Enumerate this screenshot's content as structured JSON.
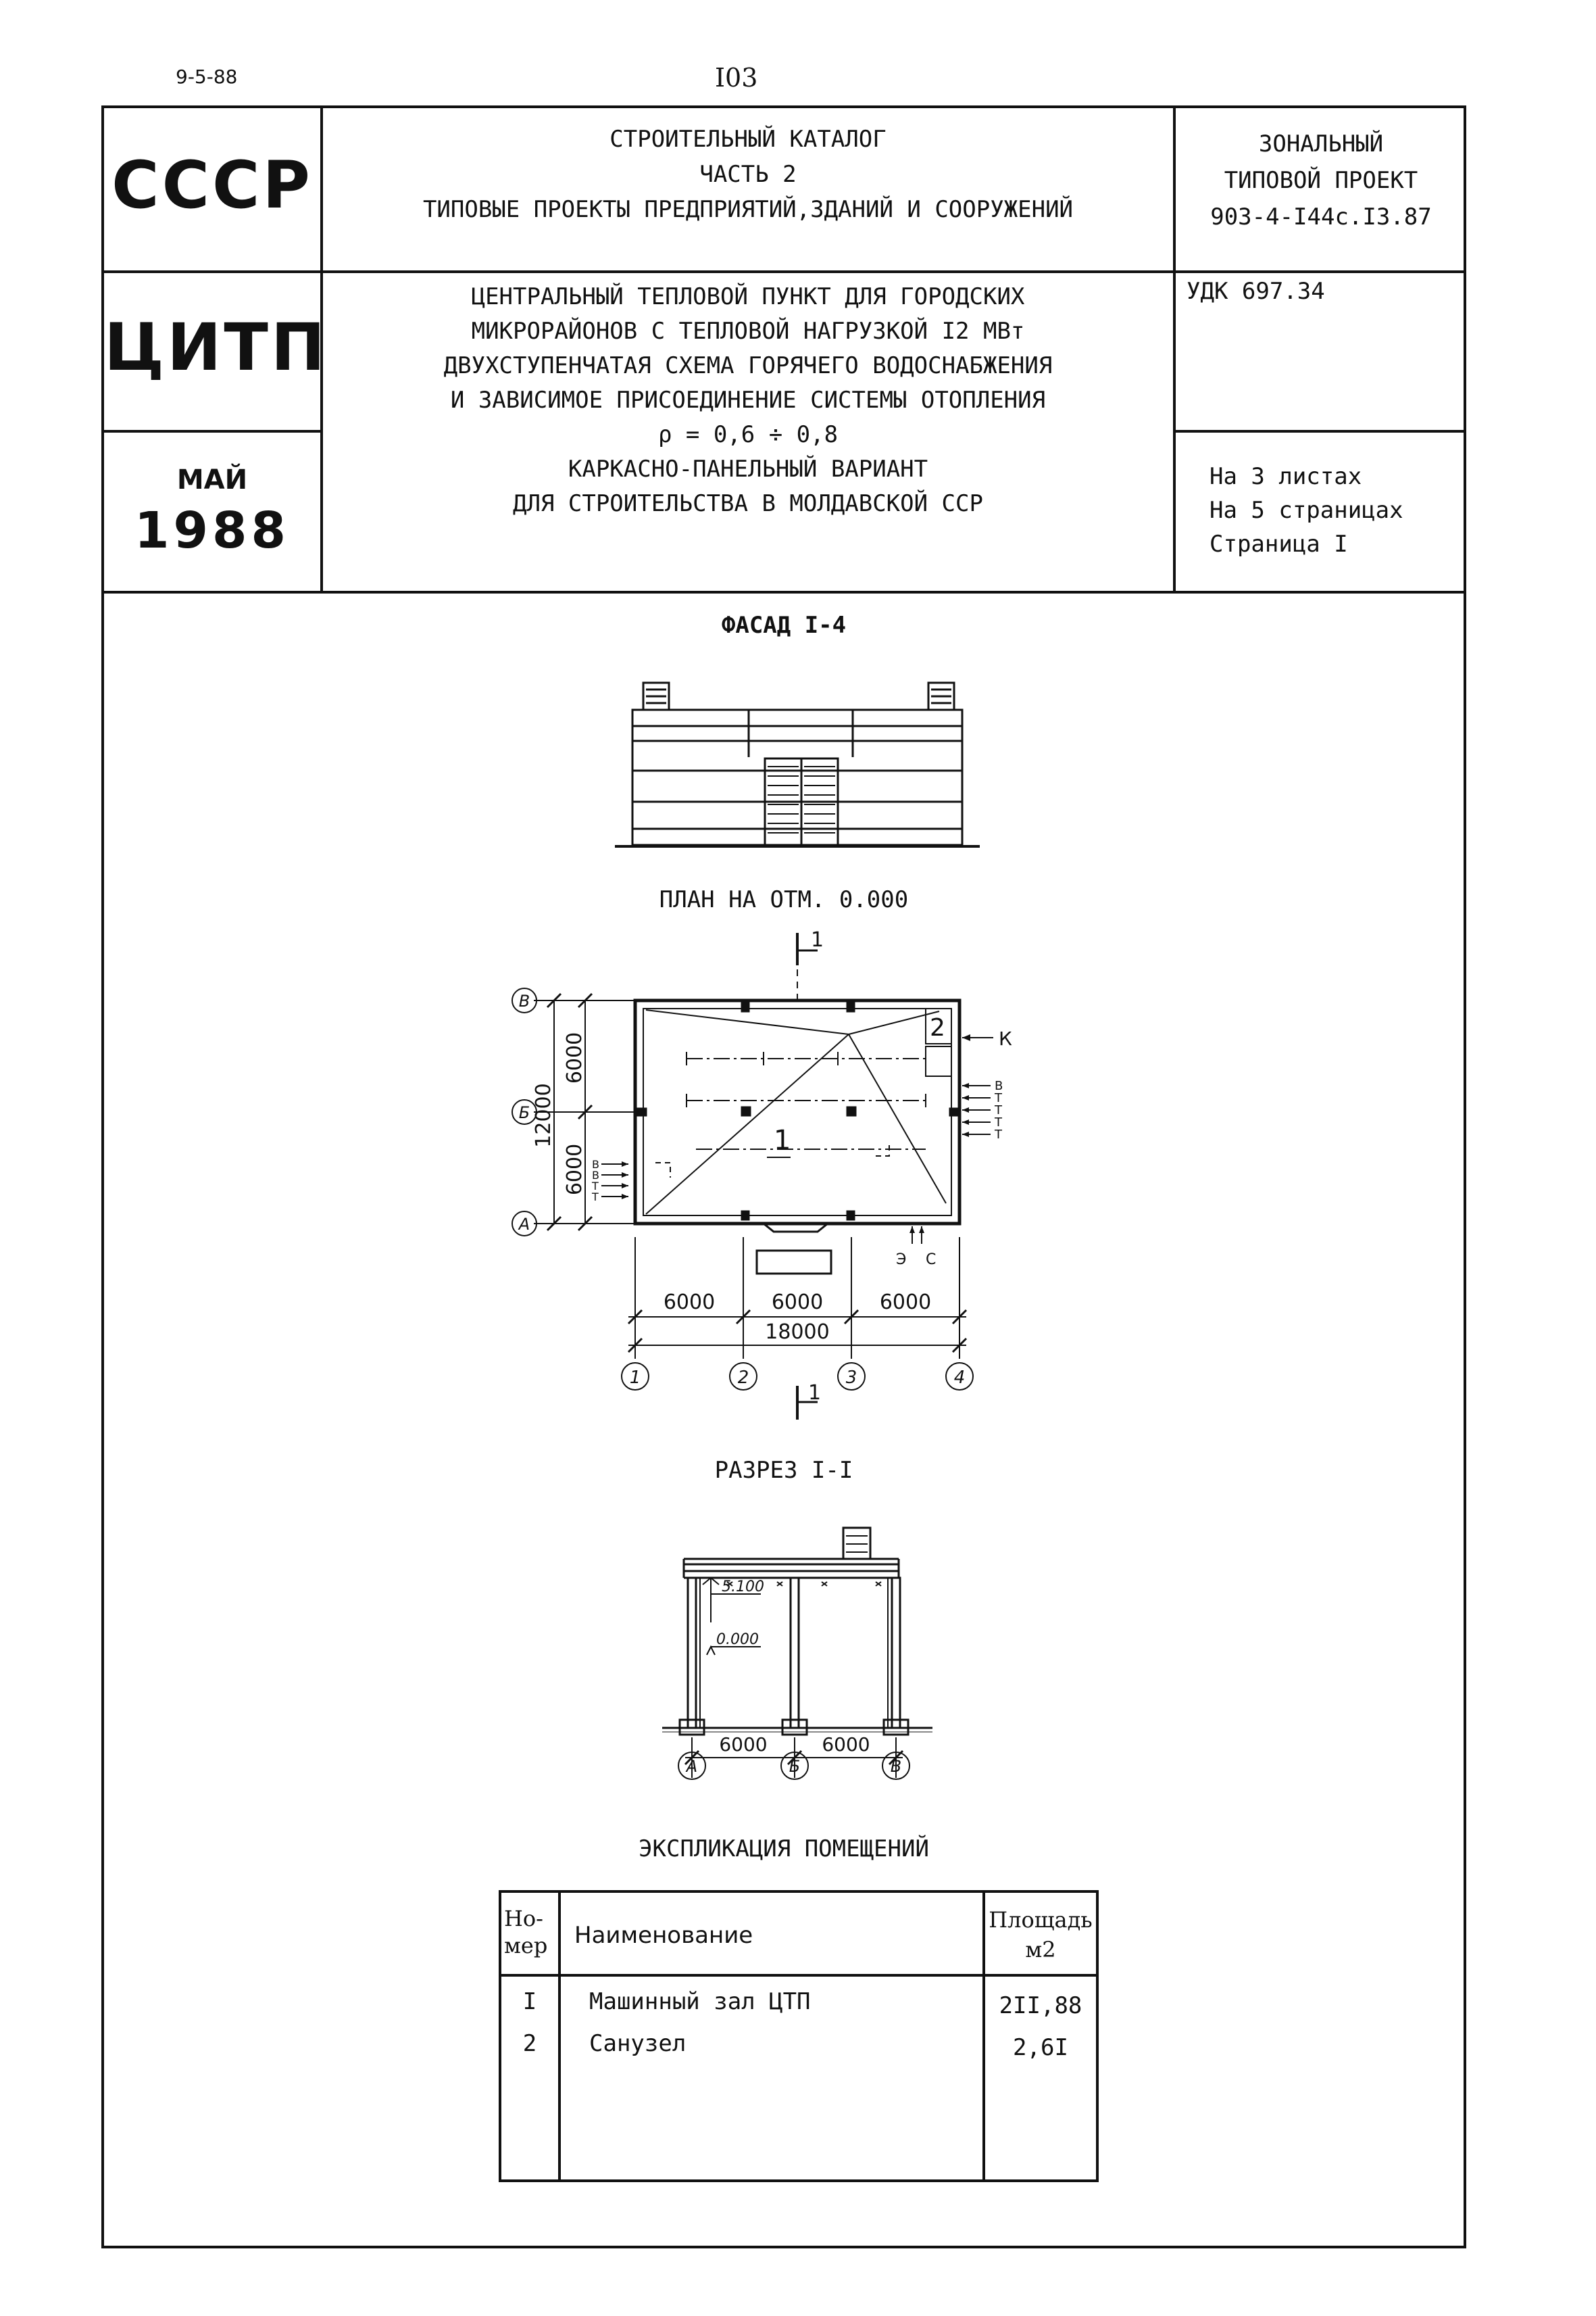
{
  "page": {
    "date_code": "9-5-88",
    "page_number": "I03"
  },
  "header": {
    "country": "СССР",
    "catalog_lines": [
      "СТРОИТЕЛЬНЫЙ КАТАЛОГ",
      "ЧАСТЬ 2",
      "ТИПОВЫЕ  ПРОЕКТЫ ПРЕДПРИЯТИЙ,ЗДАНИЙ И СООРУЖЕНИЙ"
    ],
    "project_type_lines": [
      "ЗОНАЛЬНЫЙ",
      "ТИПОВОЙ ПРОЕКТ",
      "903-4-I44с.I3.87"
    ],
    "org": "ЦИТП",
    "month": "МАЙ",
    "year": "1988",
    "title_lines": [
      "ЦЕНТРАЛЬНЫЙ ТЕПЛОВОЙ ПУНКТ ДЛЯ ГОРОДСКИХ",
      "МИКРОРАЙОНОВ С ТЕПЛОВОЙ НАГРУЗКОЙ I2 МВт",
      "ДВУХСТУПЕНЧАТАЯ СХЕМА ГОРЯЧЕГО ВОДОСНАБЖЕНИЯ",
      "И ЗАВИСИМОЕ ПРИСОЕДИНЕНИЕ СИСТЕМЫ ОТОПЛЕНИЯ",
      "ρ = 0,6 ÷ 0,8",
      "КАРКАСНО-ПАНЕЛЬНЫЙ ВАРИАНТ",
      "ДЛЯ СТРОИТЕЛЬСТВА В МОЛДАВСКОЙ ССР"
    ],
    "udk": "УДК 697.34",
    "sheets_lines": [
      "На 3 листах",
      "На 5 страницах",
      "Страница I"
    ]
  },
  "facade": {
    "title": "ФАСАД I-4"
  },
  "plan": {
    "title": "ПЛАН НА ОТМ. 0.000",
    "section_mark": "1",
    "row_axes": [
      "В",
      "Б",
      "А"
    ],
    "col_axes": [
      "1",
      "2",
      "3",
      "4"
    ],
    "dim_total_height": "12000",
    "dim_upper": "6000",
    "dim_lower": "6000",
    "dim_spans": [
      "6000",
      "6000",
      "6000"
    ],
    "dim_total_width": "18000",
    "room_1": "1",
    "room_2": "2",
    "inlet_k": "К",
    "inlets_right": [
      "В",
      "Т",
      "Т",
      "Т",
      "Т"
    ],
    "inlets_left": [
      "В",
      "В",
      "Т",
      "Т"
    ],
    "bottom_inlets": [
      "Э",
      "С"
    ]
  },
  "section": {
    "title": "РАЗРЕЗ I-I",
    "elev_top": "5.100",
    "elev_floor": "0.000",
    "dim_spans": [
      "6000",
      "6000"
    ],
    "axes": [
      "А",
      "Б",
      "В"
    ]
  },
  "explication": {
    "title": "ЭКСПЛИКАЦИЯ ПОМЕЩЕНИЙ",
    "col_number_lines": [
      "Но-",
      "мер"
    ],
    "col_name": "Наименование",
    "col_area_lines": [
      "Площадь",
      "м2"
    ],
    "rows": [
      {
        "number": "I",
        "name": "Машинный зал ЦТП",
        "area": "2II,88"
      },
      {
        "number": "2",
        "name": "Санузел",
        "area": "2,6I"
      }
    ]
  }
}
